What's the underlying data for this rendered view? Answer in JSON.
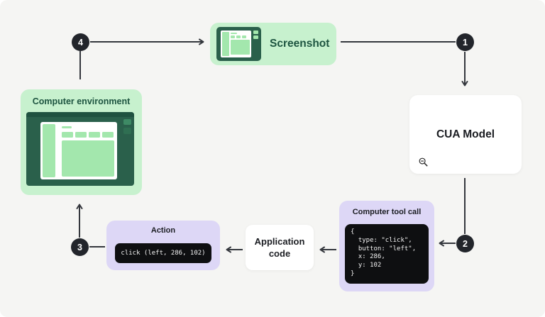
{
  "palette": {
    "background": "#f5f5f3",
    "green_light": "#c7f1ce",
    "green_mid": "#a3e7ad",
    "green_dark": "#2a604b",
    "green_darker": "#1f5240",
    "green_text": "#1d5440",
    "lavender": "#ddd7f6",
    "code_bg": "#0e0f11",
    "code_text": "#f2f2f2",
    "badge_bg": "#22252b",
    "badge_text": "#ffffff",
    "arrow": "#34373d",
    "card_bg": "#ffffff",
    "text_dark": "#1b1d22"
  },
  "nodes": {
    "screenshot": {
      "label": "Screenshot",
      "icon": "browser-window-icon"
    },
    "cua_model": {
      "label": "CUA Model",
      "icon": "zoom-out-icon"
    },
    "computer_environment": {
      "label": "Computer environment",
      "icon": "desktop-browser-illustration"
    },
    "computer_tool_call": {
      "label": "Computer tool call",
      "code": "{\n  type: \"click\",\n  button: \"left\",\n  x: 286,\n  y: 102\n}"
    },
    "application_code": {
      "label": "Application code"
    },
    "action": {
      "label": "Action",
      "code": "click (left, 286, 102)"
    }
  },
  "badges": [
    {
      "number": "1"
    },
    {
      "number": "2"
    },
    {
      "number": "3"
    },
    {
      "number": "4"
    }
  ]
}
